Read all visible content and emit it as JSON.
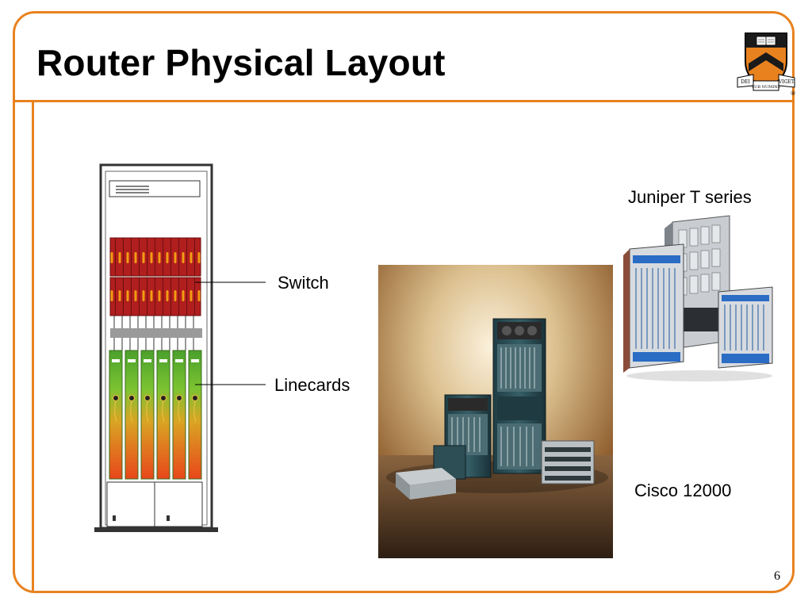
{
  "slide": {
    "title": "Router Physical Layout",
    "page_number": "6"
  },
  "labels": {
    "switch": "Switch",
    "linecards": "Linecards",
    "juniper": "Juniper T series",
    "cisco": "Cisco 12000"
  },
  "logo": {
    "scroll_left": "DEI",
    "scroll_center": "SUB NUMINE",
    "scroll_right": "VIGET",
    "registered_mark": "®"
  },
  "colors": {
    "accent": "#e8821f",
    "switch_red": "#b01e1e",
    "linecard_green": "#4aa02c",
    "linecard_orange": "#e85a1a"
  }
}
